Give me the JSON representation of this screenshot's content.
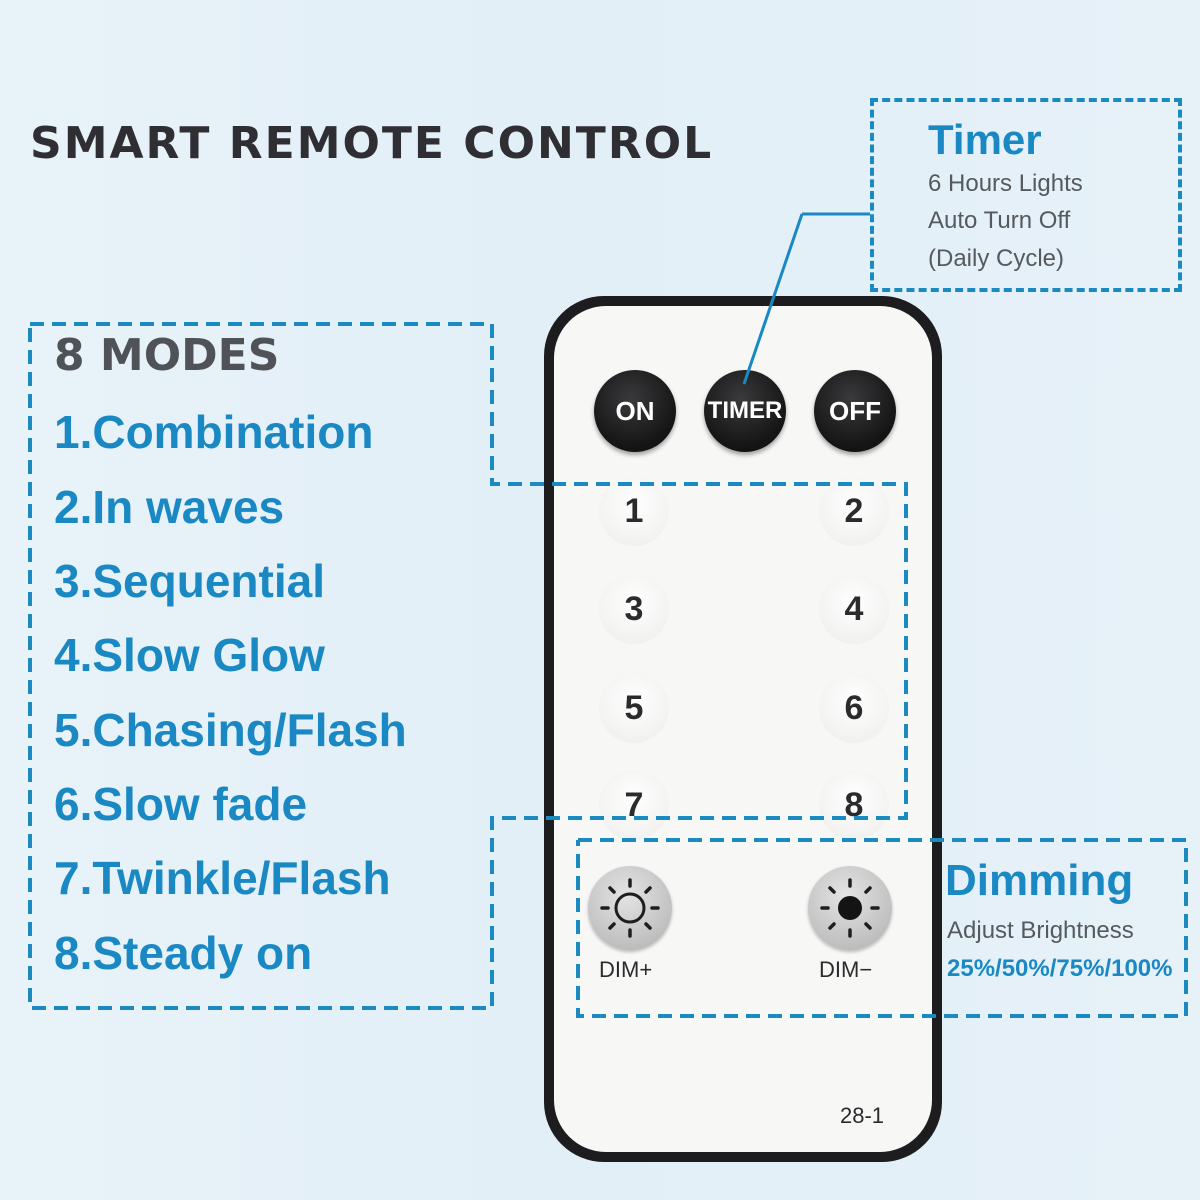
{
  "headline": "SMART REMOTE CONTROL",
  "timer": {
    "title": "Timer",
    "lines": [
      "6 Hours Lights",
      "Auto Turn Off",
      "(Daily Cycle)"
    ]
  },
  "modes": {
    "title": "8 MODES",
    "items": [
      "1.Combination",
      "2.In waves",
      "3.Sequential",
      "4.Slow Glow",
      "5.Chasing/Flash",
      "6.Slow fade",
      "7.Twinkle/Flash",
      "8.Steady on"
    ]
  },
  "dimming": {
    "title": "Dimming",
    "subtitle": "Adjust Brightness",
    "levels": "25%/50%/75%/100%"
  },
  "remote": {
    "on_label": "ON",
    "timer_label": "TIMER",
    "off_label": "OFF",
    "numbers": [
      "1",
      "2",
      "3",
      "4",
      "5",
      "6",
      "7",
      "8"
    ],
    "dim_plus_label": "DIM+",
    "dim_minus_label": "DIM−",
    "model": "28-1"
  },
  "colors": {
    "accent": "#1a88c3",
    "background": "#e6f1f8",
    "remote_body": "#1d1d1f",
    "remote_face": "#f7f7f6"
  }
}
